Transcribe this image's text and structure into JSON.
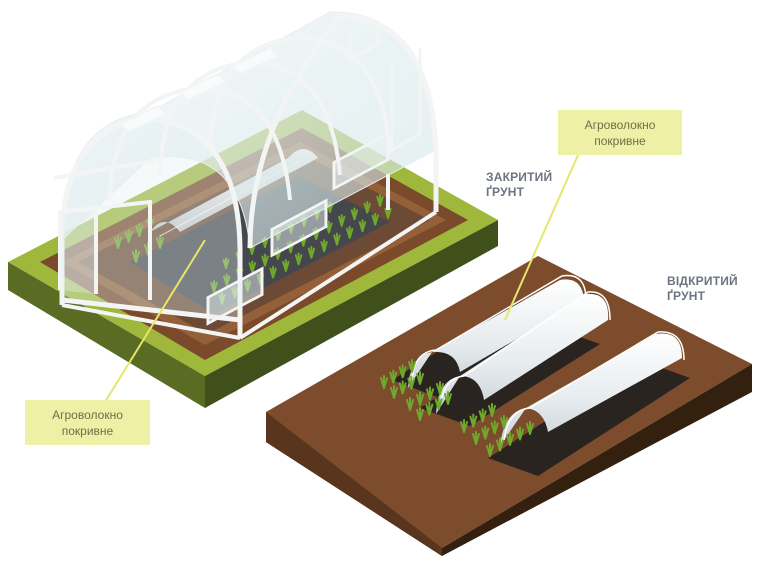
{
  "labels": {
    "closed_ground": [
      "ЗАКРИТИЙ",
      "ҐРУНТ"
    ],
    "open_ground": [
      "ВІДКРИТИЙ",
      "ҐРУНТ"
    ]
  },
  "callouts": {
    "greenhouse_fiber": [
      "Агроволокно",
      "покривне"
    ],
    "field_fiber": [
      "Агроволокно",
      "покривне"
    ]
  },
  "colors": {
    "grass": "#9fb83c",
    "soil": "#7a4a2b",
    "soil_dark": "#4a2a17",
    "plastic": "#d9e2e6",
    "frame": "#f3f5f5",
    "callout_bg": "#eef0a6",
    "label_text": "#6b7480"
  }
}
